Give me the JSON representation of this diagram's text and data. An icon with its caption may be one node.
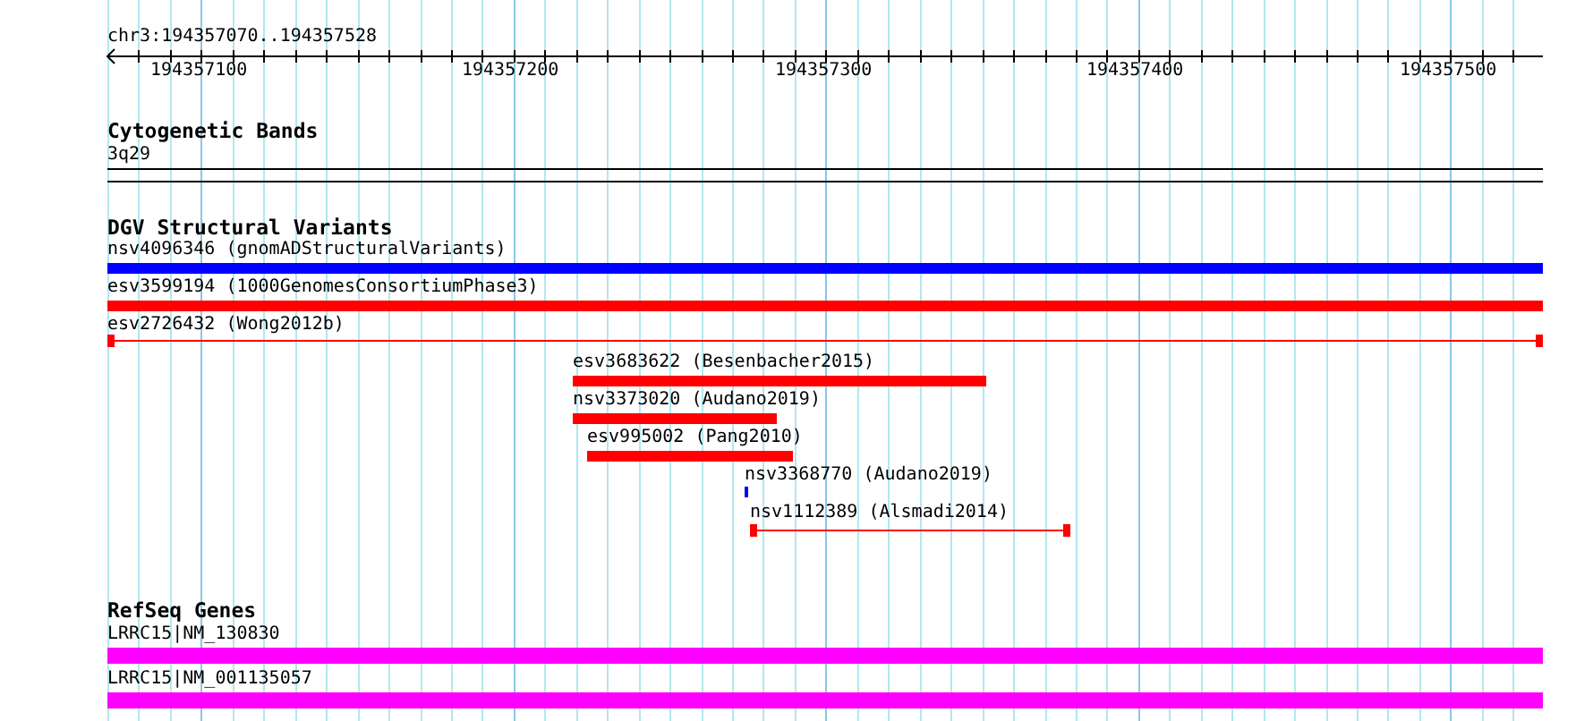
{
  "diagram": {
    "nodes": [
      {
        "text": [
          "nsv4096346 (gnomADStructuralVariants)"
        ]
      },
      {
        "text": [
          "esv3599194 (1000GenomesConsortiumPhase3)"
        ]
      },
      {
        "text": [
          "esv2726432 (Wong2012b)"
        ]
      },
      {
        "text": [
          "esv3683622 (Besenbacher2015)"
        ]
      },
      {
        "text": [
          "nsv3373020 (Audano2019)"
        ]
      },
      {
        "text": [
          "esv995002 (Pang2010)"
        ]
      },
      {
        "text": [
          "nsv3368770 (Audano2019)"
        ]
      },
      {
        "text": [
          "nsv1112389 (Alsmadi2014)"
        ]
      },
      {
        "text": [
          "LRRC15|NM_130830"
        ]
      },
      {
        "text": [
          "LRRC15|NM_001135057"
        ]
      }
    ],
    "labels": [
      "chr3:194357070..194357528",
      "194357100",
      "194357200",
      "194357300",
      "194357400",
      "194357500",
      "Cytogenetic Bands",
      "3q29",
      "DGV Structural Variants",
      "RefSeq Genes"
    ]
  }
}
